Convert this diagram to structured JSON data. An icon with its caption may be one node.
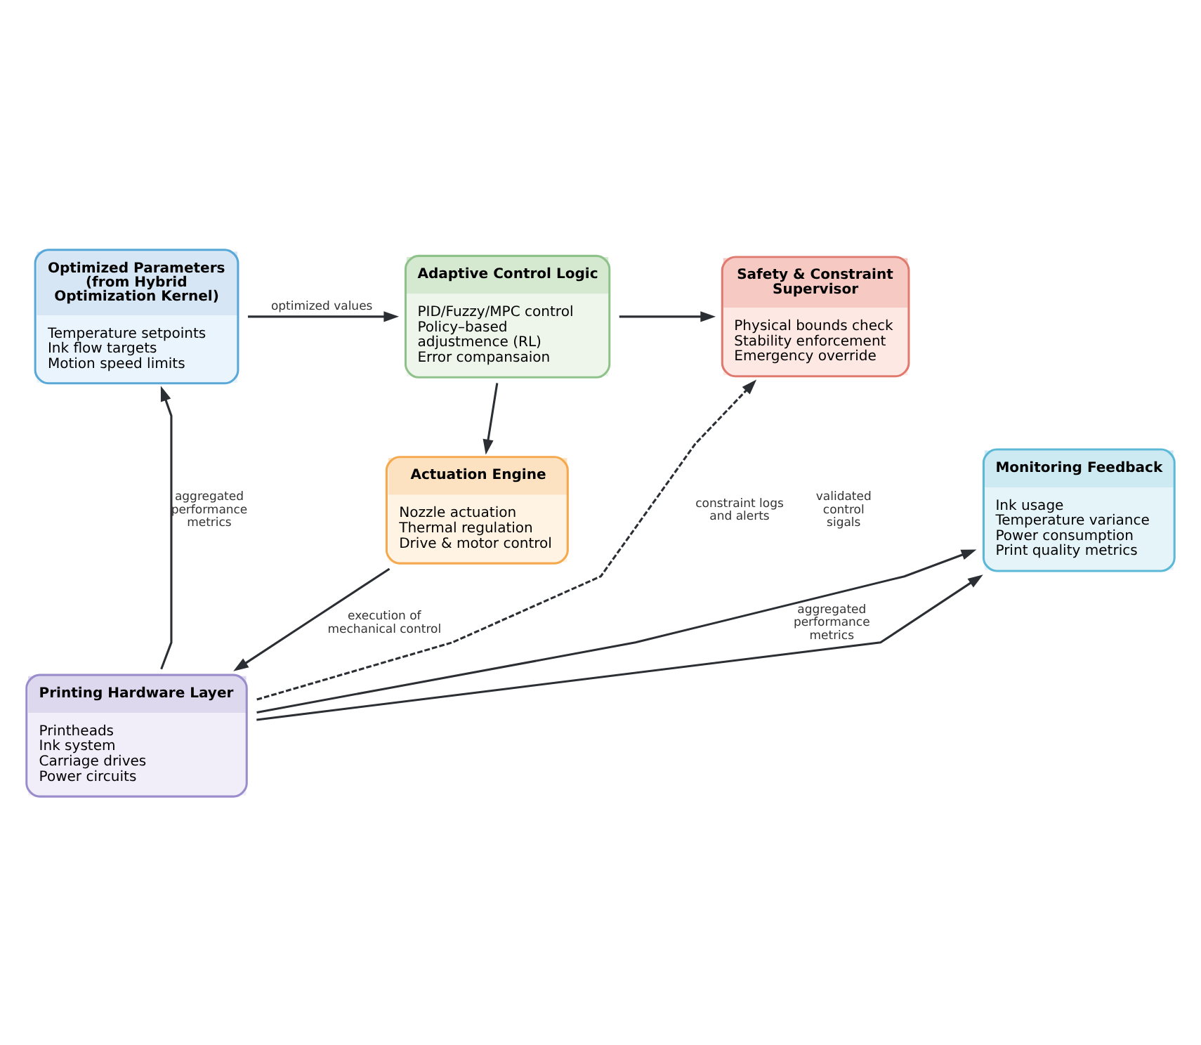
{
  "diagram": {
    "nodes": [
      {
        "text": [
          "Optimized Parameters (from **Hybrid** Optimization Kernel)",
          "Temperature setpoints",
          "Ink flow targets",
          "Motion speed limits"
        ]
      },
      {
        "text": [
          "Adaptive Control Logic",
          "PID/Fuzzy/MPC control",
          "Policy–based adjustmence (RL)",
          "Error compansaion"
        ]
      },
      {
        "text": [
          "Safety & Constraint Supervisor",
          "Physical bounds check",
          "Stability enforcement",
          "Emergency override"
        ]
      },
      {
        "text": [
          "Actuation Engine",
          "Nozzle actuation",
          "Thermal regulation",
          "Drive & motor control"
        ]
      },
      {
        "text": [
          "Monitoring Feedback",
          "Ink usage",
          "Temperature variance",
          "Power consumption",
          "Print quality metrics"
        ]
      },
      {
        "text": [
          "Printing Hardware Layer",
          "Printheads",
          "Ink system",
          "Carriage drives",
          "Power circuits"
        ]
      }
    ],
    "edges": [
      {
        "from": 0,
        "to": 1,
        "arrow": "to",
        "label": "optimized values"
      },
      {
        "from": 1,
        "to": 2,
        "arrow": "to"
      },
      {
        "from": 1,
        "to": 3,
        "arrow": "to"
      },
      {
        "from": 3,
        "to": 5,
        "arrow": "to",
        "label": "execution of mechanical control"
      },
      {
        "from": 5,
        "to": 0,
        "arrow": "to",
        "label": "aggregated performance metrics"
      },
      {
        "from": 5,
        "to": 4,
        "arrow": "to",
        "label": "aggregated performance metrics"
      },
      {
        "from": 5,
        "to": 4,
        "arrow": "to"
      },
      {
        "from": 5,
        "to": 2,
        "arrow": "to",
        "style": "dashed",
        "label": "constraint logs and alerts"
      }
    ],
    "labels": [
      "validated control sigals"
    ]
  }
}
